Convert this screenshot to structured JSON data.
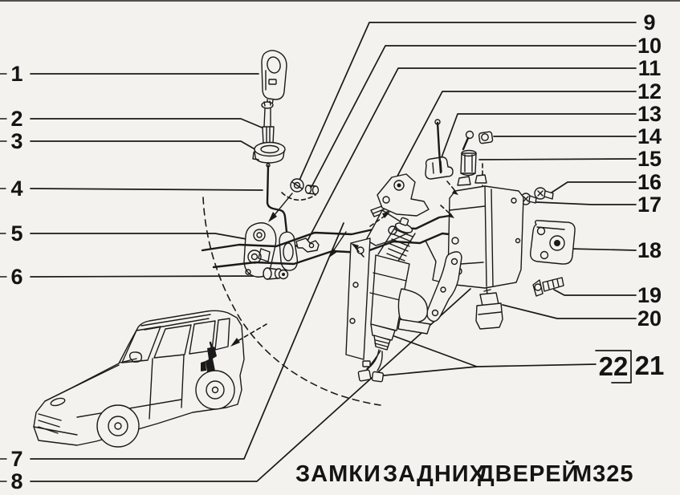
{
  "page": {
    "background": "#f3f2ee",
    "ink": "#1a1a1a"
  },
  "caption": {
    "text": "ЗАМКИ ЗАДНИХ ДВЕРЕЙ М325",
    "words": [
      "ЗАМКИ",
      "ЗАДНИХ",
      "ДВЕРЕЙ",
      "М325"
    ]
  },
  "callouts": {
    "left": [
      {
        "label": "1"
      },
      {
        "label": "2"
      },
      {
        "label": "3"
      },
      {
        "label": "4"
      },
      {
        "label": "5"
      },
      {
        "label": "6"
      },
      {
        "label": "7"
      },
      {
        "label": "8"
      }
    ],
    "right": [
      {
        "label": "9"
      },
      {
        "label": "10"
      },
      {
        "label": "11"
      },
      {
        "label": "12"
      },
      {
        "label": "13"
      },
      {
        "label": "14"
      },
      {
        "label": "15"
      },
      {
        "label": "16"
      },
      {
        "label": "17"
      },
      {
        "label": "18"
      },
      {
        "label": "19"
      },
      {
        "label": "20"
      }
    ],
    "group": {
      "boxed_label": "22",
      "assembly_label": "21"
    }
  }
}
